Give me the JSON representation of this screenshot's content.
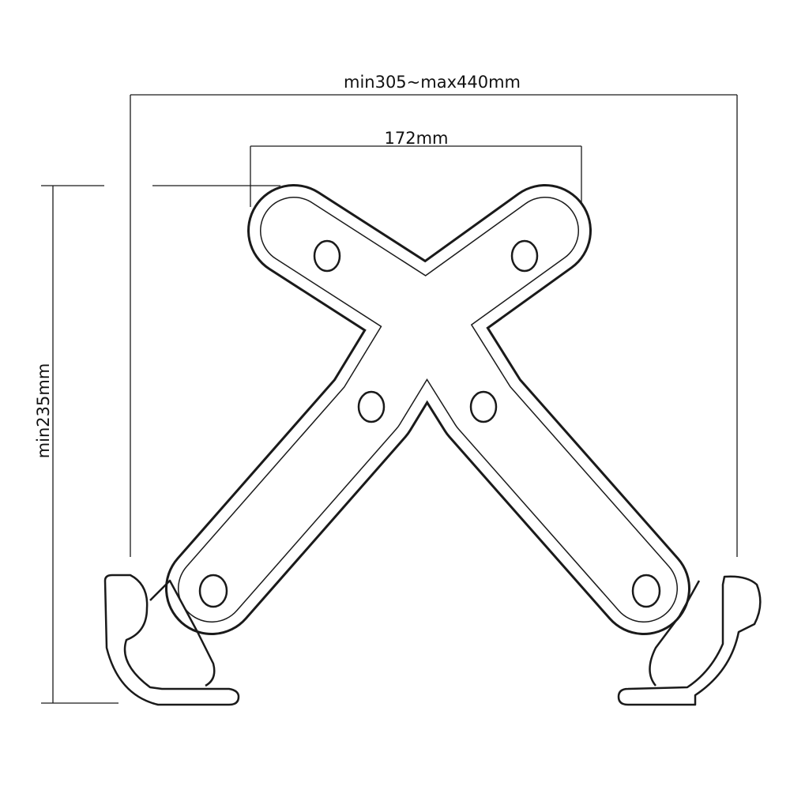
{
  "dimensions": {
    "overall_width": "min305~max440mm",
    "hole_spacing": "172mm",
    "height": "min235mm"
  },
  "colors": {
    "line": "#1a1a1a",
    "background": "#ffffff"
  }
}
